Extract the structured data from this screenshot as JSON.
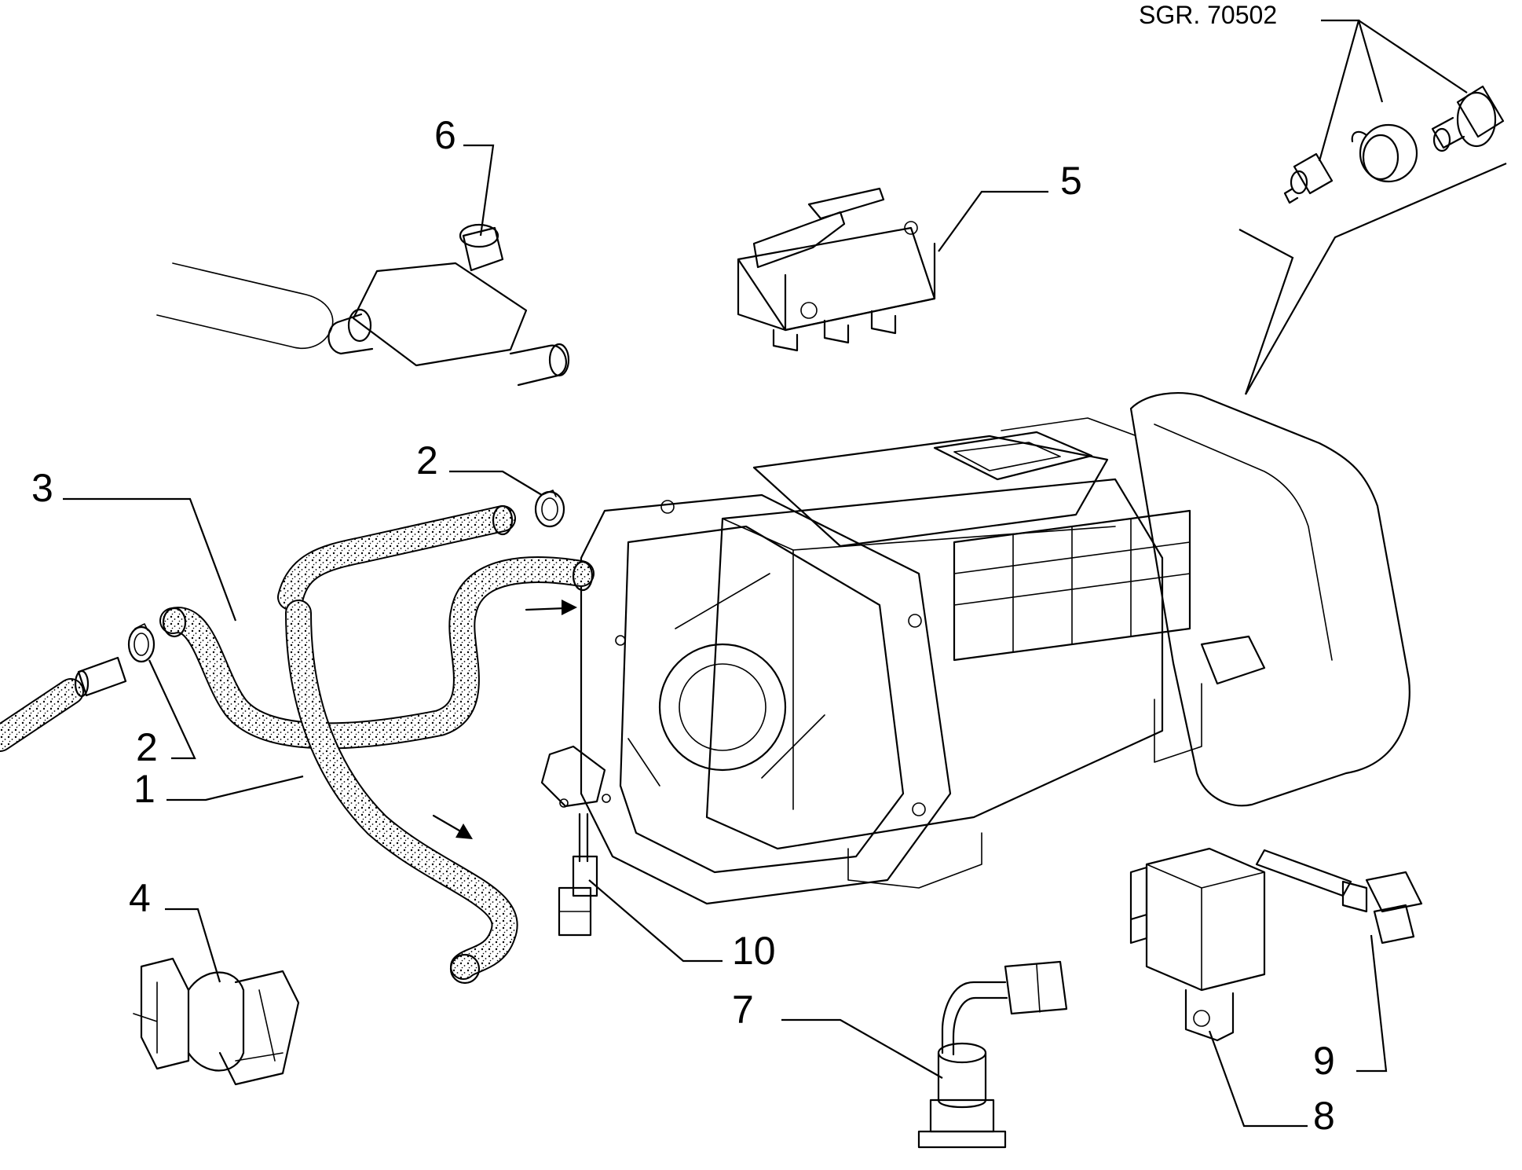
{
  "diagram": {
    "reference_code": "SGR. 70502",
    "callouts": [
      {
        "id": "1",
        "label": "1"
      },
      {
        "id": "2a",
        "label": "2"
      },
      {
        "id": "2b",
        "label": "2"
      },
      {
        "id": "3",
        "label": "3"
      },
      {
        "id": "4",
        "label": "4"
      },
      {
        "id": "5",
        "label": "5"
      },
      {
        "id": "6",
        "label": "6"
      },
      {
        "id": "7",
        "label": "7"
      },
      {
        "id": "8",
        "label": "8"
      },
      {
        "id": "9",
        "label": "9"
      },
      {
        "id": "10",
        "label": "10"
      }
    ],
    "line_color": "#000000",
    "background_color": "#ffffff"
  }
}
